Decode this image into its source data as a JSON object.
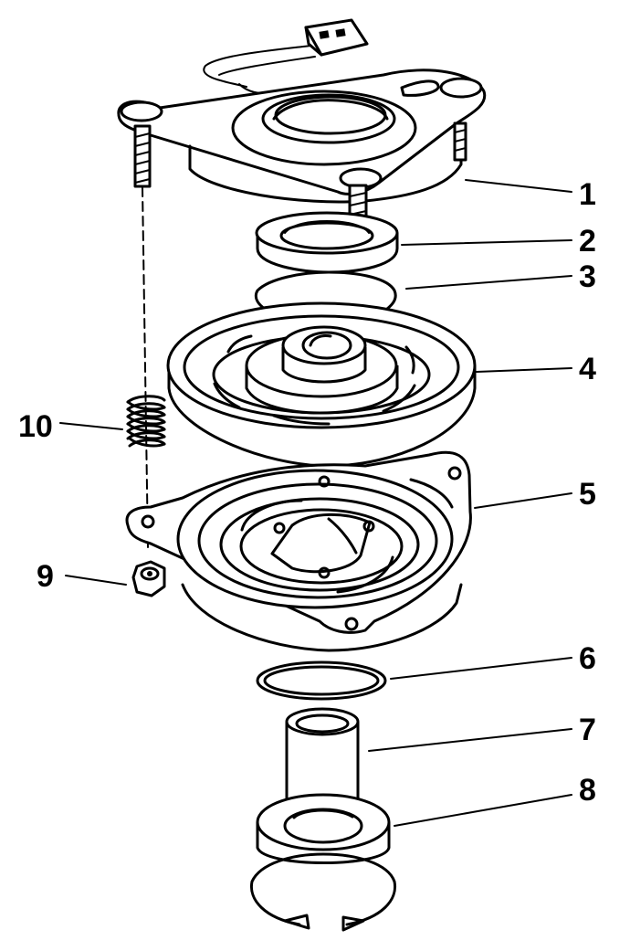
{
  "diagram": {
    "callouts": [
      {
        "id": "1",
        "label": "1"
      },
      {
        "id": "2",
        "label": "2"
      },
      {
        "id": "3",
        "label": "3"
      },
      {
        "id": "4",
        "label": "4"
      },
      {
        "id": "5",
        "label": "5"
      },
      {
        "id": "6",
        "label": "6"
      },
      {
        "id": "7",
        "label": "7"
      },
      {
        "id": "8",
        "label": "8"
      },
      {
        "id": "9",
        "label": "9"
      },
      {
        "id": "10",
        "label": "10"
      }
    ]
  }
}
